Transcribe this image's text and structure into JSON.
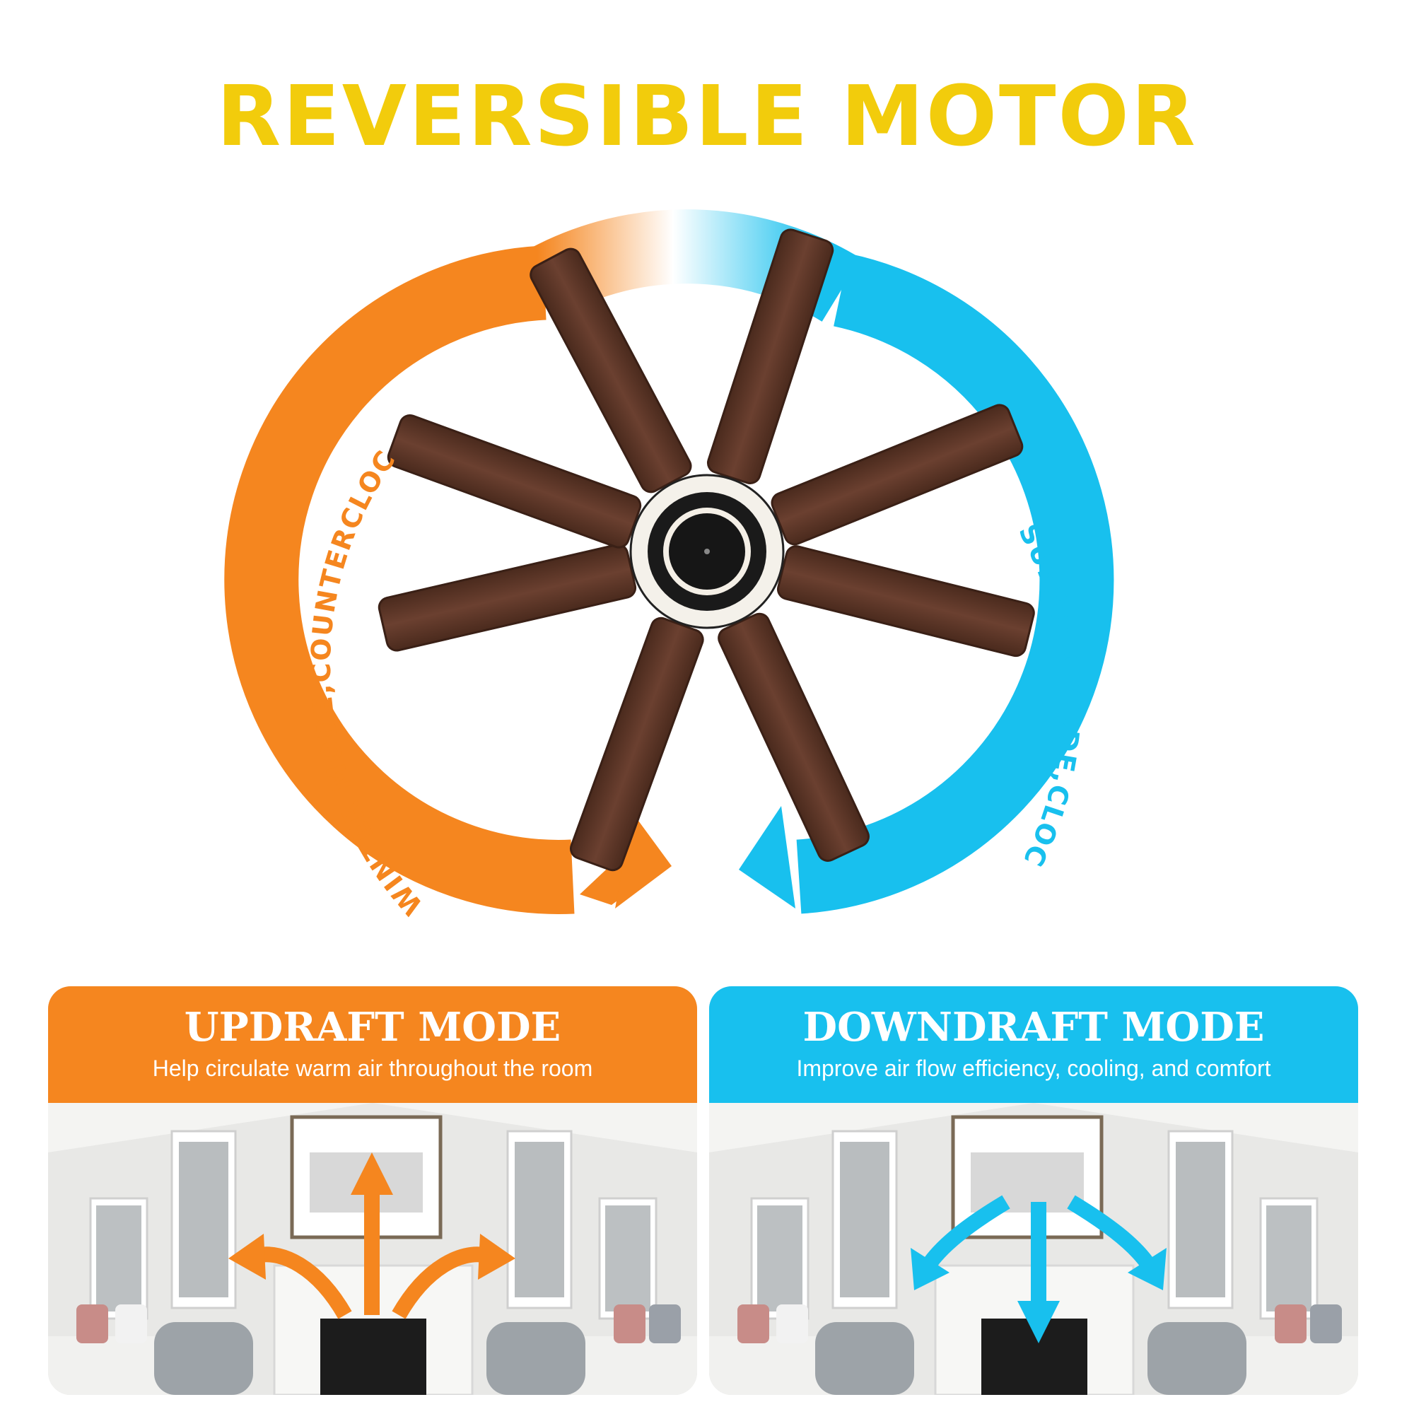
{
  "title": "REVERSIBLE MOTOR",
  "winter_label": "WINTER MODE,COUNTERCLOCKWISE",
  "summer_label": "SUMMER MODE,CLOCKWISE",
  "colors": {
    "title": "#f2cc0c",
    "winter": "#f5861f",
    "summer": "#18c0ee",
    "blade": "#5a3526"
  },
  "panels": {
    "updraft": {
      "title": "UPDRAFT MODE",
      "subtitle": "Help circulate warm air throughout the room"
    },
    "downdraft": {
      "title": "DOWNDRAFT MODE",
      "subtitle": "Improve air flow efficiency, cooling, and comfort"
    }
  }
}
